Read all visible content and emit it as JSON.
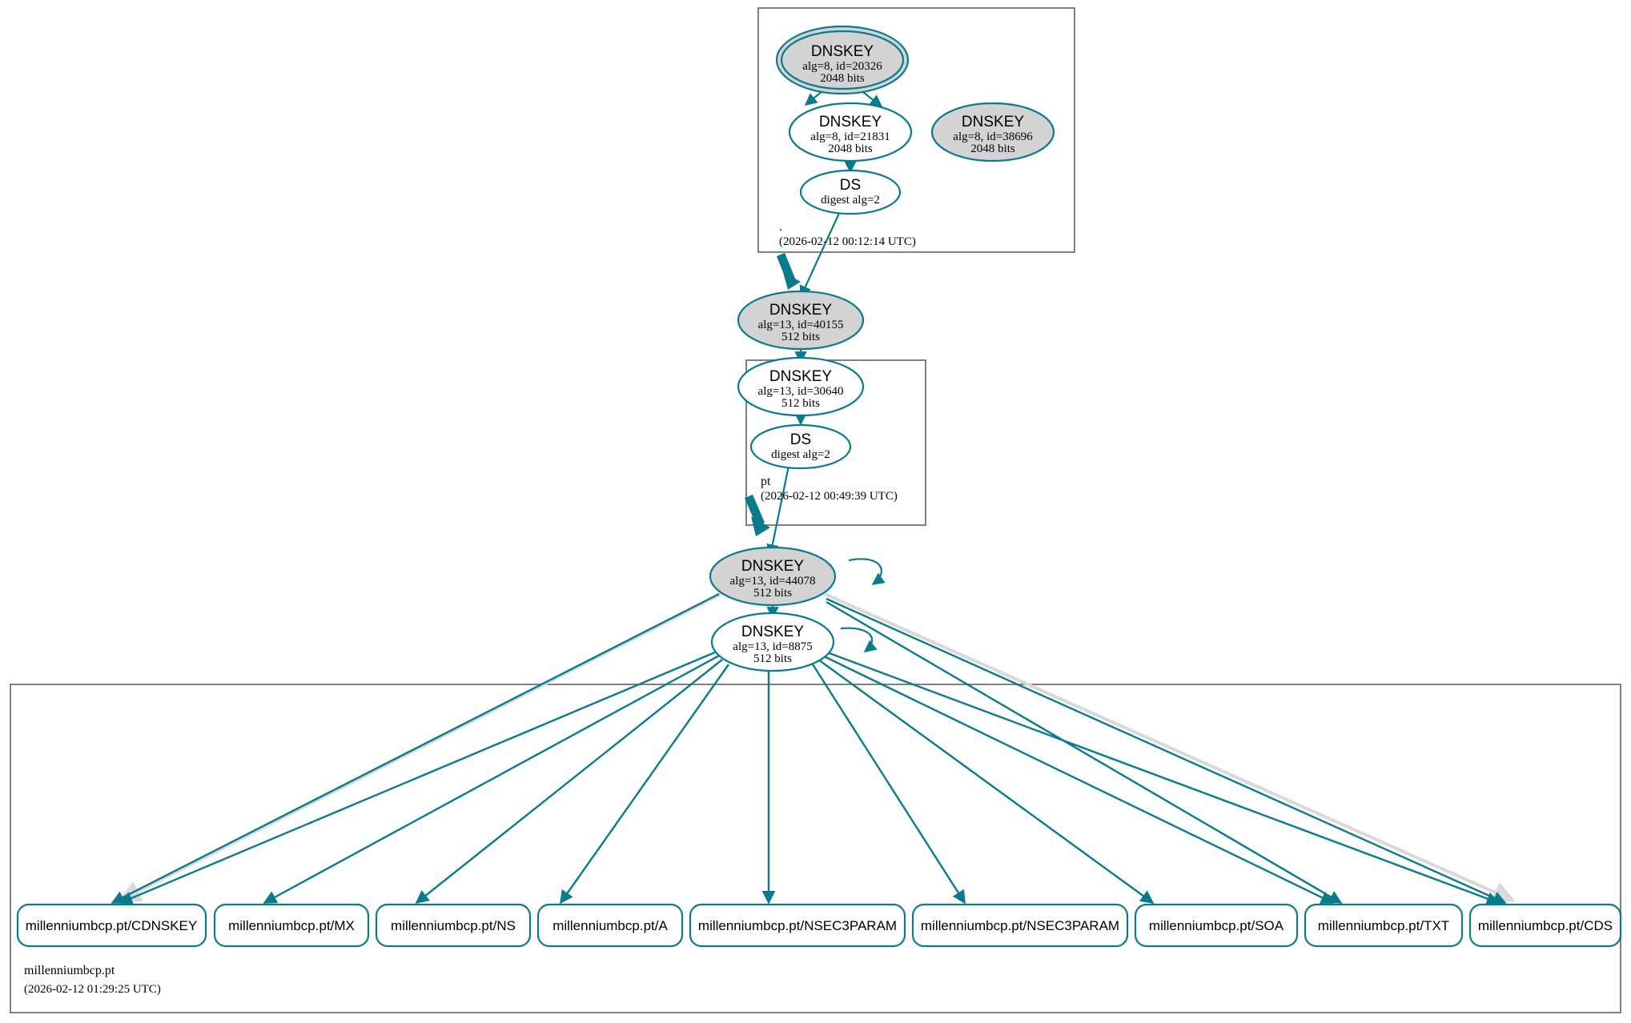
{
  "diagram": {
    "kind": "dnssec-authentication-chain",
    "title": "millenniumbcp.pt DNSSEC authentication chain",
    "colors": {
      "edge": "#0a7b8c",
      "edge_secondary": "#d9d9d9",
      "node_stroke": "#0a7b8c",
      "node_fill_secure": "#d3d3d3",
      "node_fill_plain": "#ffffff",
      "zone_border": "#808080",
      "text": "#000000",
      "background": "#ffffff"
    }
  },
  "zones": [
    {
      "id": "root",
      "name": ".",
      "timestamp": "(2026-02-12 00:12:14 UTC)",
      "nodes": [
        {
          "id": "root-ksk",
          "type": "DNSKEY",
          "title": "DNSKEY",
          "line2": "alg=8, id=20326",
          "line3": "2048 bits",
          "alg": "8",
          "key_id": "20326",
          "key_size": "2048 bits",
          "shaded": true,
          "trust_anchor": true,
          "self_signed": true
        },
        {
          "id": "root-zsk-21831",
          "type": "DNSKEY",
          "title": "DNSKEY",
          "line2": "alg=8, id=21831",
          "line3": "2048 bits",
          "alg": "8",
          "key_id": "21831",
          "key_size": "2048 bits",
          "shaded": false,
          "trust_anchor": false,
          "self_signed": false
        },
        {
          "id": "root-zsk-38696",
          "type": "DNSKEY",
          "title": "DNSKEY",
          "line2": "alg=8, id=38696",
          "line3": "2048 bits",
          "alg": "8",
          "key_id": "38696",
          "key_size": "2048 bits",
          "shaded": true,
          "trust_anchor": false,
          "self_signed": false
        },
        {
          "id": "root-ds",
          "type": "DS",
          "title": "DS",
          "line2": "digest alg=2",
          "line3": "",
          "digest_alg": "2",
          "shaded": false,
          "trust_anchor": false,
          "self_signed": false
        }
      ]
    },
    {
      "id": "pt",
      "name": "pt",
      "timestamp": "(2026-02-12 00:49:39 UTC)",
      "nodes": [
        {
          "id": "pt-ksk",
          "type": "DNSKEY",
          "title": "DNSKEY",
          "line2": "alg=13, id=40155",
          "line3": "512 bits",
          "alg": "13",
          "key_id": "40155",
          "key_size": "512 bits",
          "shaded": true,
          "trust_anchor": false,
          "self_signed": true
        },
        {
          "id": "pt-zsk",
          "type": "DNSKEY",
          "title": "DNSKEY",
          "line2": "alg=13, id=30640",
          "line3": "512 bits",
          "alg": "13",
          "key_id": "30640",
          "key_size": "512 bits",
          "shaded": false,
          "trust_anchor": false,
          "self_signed": false
        },
        {
          "id": "pt-ds",
          "type": "DS",
          "title": "DS",
          "line2": "digest alg=2",
          "line3": "",
          "digest_alg": "2",
          "shaded": false,
          "trust_anchor": false,
          "self_signed": false
        }
      ]
    },
    {
      "id": "millenniumbcp",
      "name": "millenniumbcp.pt",
      "timestamp": "(2026-02-12 01:29:25 UTC)",
      "nodes": [
        {
          "id": "mbcp-ksk",
          "type": "DNSKEY",
          "title": "DNSKEY",
          "line2": "alg=13, id=44078",
          "line3": "512 bits",
          "alg": "13",
          "key_id": "44078",
          "key_size": "512 bits",
          "shaded": true,
          "trust_anchor": false,
          "self_signed": true
        },
        {
          "id": "mbcp-zsk",
          "type": "DNSKEY",
          "title": "DNSKEY",
          "line2": "alg=13, id=8875",
          "line3": "512 bits",
          "alg": "13",
          "key_id": "8875",
          "key_size": "512 bits",
          "shaded": false,
          "trust_anchor": false,
          "self_signed": true
        }
      ]
    }
  ],
  "rrsets": [
    {
      "id": "rr-cdnskey",
      "label": "millenniumbcp.pt/CDNSKEY"
    },
    {
      "id": "rr-mx",
      "label": "millenniumbcp.pt/MX"
    },
    {
      "id": "rr-ns",
      "label": "millenniumbcp.pt/NS"
    },
    {
      "id": "rr-a",
      "label": "millenniumbcp.pt/A"
    },
    {
      "id": "rr-nsec3param1",
      "label": "millenniumbcp.pt/NSEC3PARAM"
    },
    {
      "id": "rr-nsec3param2",
      "label": "millenniumbcp.pt/NSEC3PARAM"
    },
    {
      "id": "rr-soa",
      "label": "millenniumbcp.pt/SOA"
    },
    {
      "id": "rr-txt",
      "label": "millenniumbcp.pt/TXT"
    },
    {
      "id": "rr-cds",
      "label": "millenniumbcp.pt/CDS"
    }
  ]
}
